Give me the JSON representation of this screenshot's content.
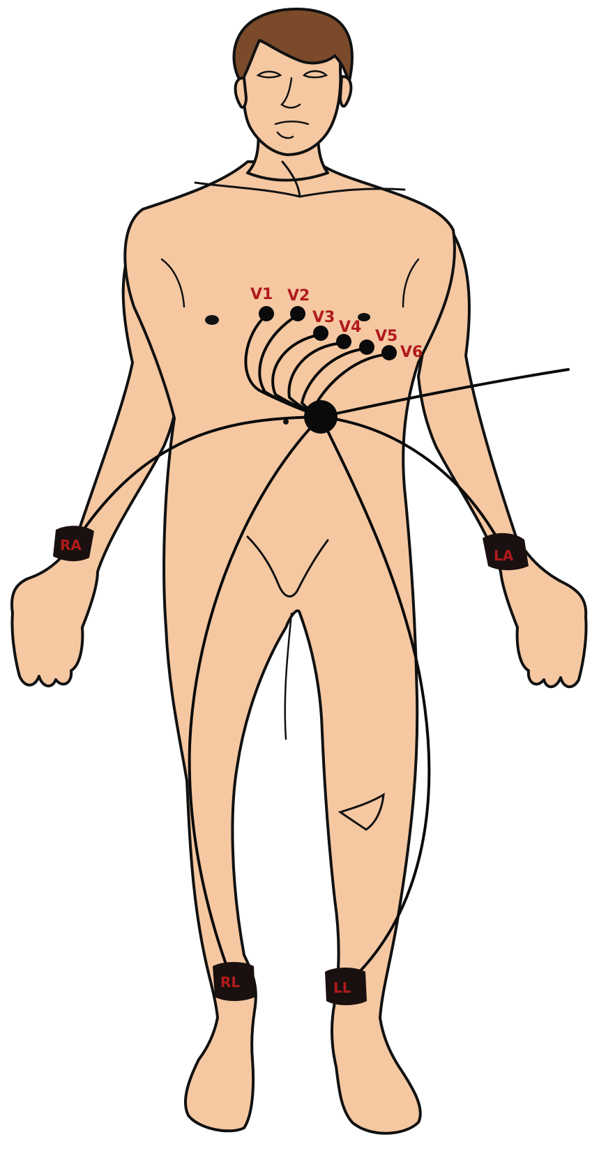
{
  "precordial_leads": [
    {
      "id": "v1",
      "label": "V1"
    },
    {
      "id": "v2",
      "label": "V2"
    },
    {
      "id": "v3",
      "label": "V3"
    },
    {
      "id": "v4",
      "label": "V4"
    },
    {
      "id": "v5",
      "label": "V5"
    },
    {
      "id": "v6",
      "label": "V6"
    }
  ],
  "limb_leads": {
    "right_arm": "RA",
    "left_arm": "LA",
    "right_leg": "RL",
    "left_leg": "LL"
  },
  "colors": {
    "skin": "#f5c8a2",
    "hair": "#7a4a2a",
    "label": "#b11a1a",
    "cable": "#0a0a0a"
  }
}
